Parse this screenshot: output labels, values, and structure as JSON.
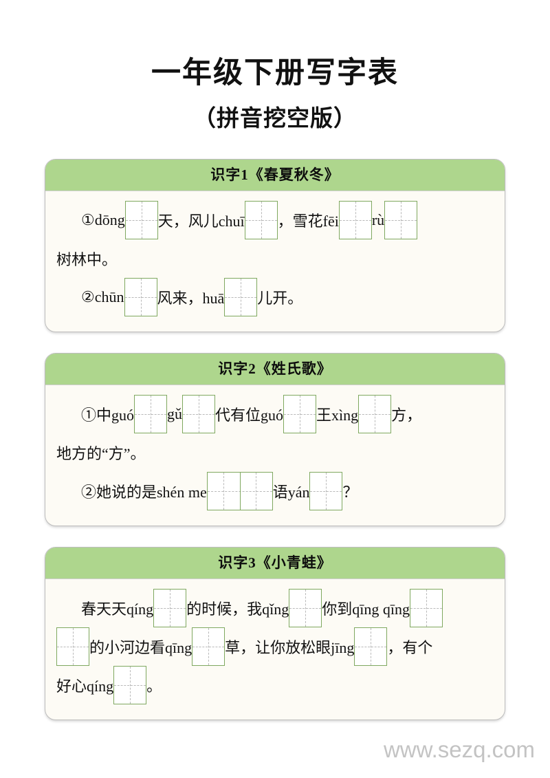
{
  "page": {
    "main_title": "一年级下册写字表",
    "sub_title": "（拼音挖空版）",
    "watermark": "www.sezq.com"
  },
  "sections": [
    {
      "header": "识字1《春夏秋冬》",
      "lines": [
        {
          "indent": true,
          "parts": [
            {
              "type": "text",
              "value": "①dōng"
            },
            {
              "type": "box",
              "span": 1
            },
            {
              "type": "text",
              "value": "天，风儿chuī"
            },
            {
              "type": "box",
              "span": 1
            },
            {
              "type": "text",
              "value": "，雪花fēi"
            },
            {
              "type": "box",
              "span": 1
            },
            {
              "type": "text",
              "value": "rù"
            },
            {
              "type": "box",
              "span": 1
            }
          ]
        },
        {
          "indent": false,
          "parts": [
            {
              "type": "text",
              "value": "树林中。"
            }
          ]
        },
        {
          "indent": true,
          "parts": [
            {
              "type": "text",
              "value": "②chūn"
            },
            {
              "type": "box",
              "span": 1
            },
            {
              "type": "text",
              "value": "风来，huā"
            },
            {
              "type": "box",
              "span": 1
            },
            {
              "type": "text",
              "value": "儿开。"
            }
          ]
        }
      ]
    },
    {
      "header": "识字2《姓氏歌》",
      "lines": [
        {
          "indent": true,
          "parts": [
            {
              "type": "text",
              "value": "①中guó"
            },
            {
              "type": "box",
              "span": 1
            },
            {
              "type": "text",
              "value": "gǔ"
            },
            {
              "type": "box",
              "span": 1
            },
            {
              "type": "text",
              "value": "代有位guó"
            },
            {
              "type": "box",
              "span": 1
            },
            {
              "type": "text",
              "value": "王xìng"
            },
            {
              "type": "box",
              "span": 1
            },
            {
              "type": "text",
              "value": "方，"
            }
          ]
        },
        {
          "indent": false,
          "parts": [
            {
              "type": "text",
              "value": "地方的“方”。"
            }
          ]
        },
        {
          "indent": true,
          "parts": [
            {
              "type": "text",
              "value": "②她说的是shén me"
            },
            {
              "type": "box",
              "span": 2
            },
            {
              "type": "text",
              "value": "语yán"
            },
            {
              "type": "box",
              "span": 1
            },
            {
              "type": "text",
              "value": "？"
            }
          ]
        }
      ]
    },
    {
      "header": "识字3《小青蛙》",
      "lines": [
        {
          "indent": true,
          "parts": [
            {
              "type": "text",
              "value": "春天天qíng"
            },
            {
              "type": "box",
              "span": 1
            },
            {
              "type": "text",
              "value": "的时候，我qǐng"
            },
            {
              "type": "box",
              "span": 1
            },
            {
              "type": "text",
              "value": "你到qīng qīng"
            },
            {
              "type": "box",
              "span": 1
            }
          ]
        },
        {
          "indent": false,
          "parts": [
            {
              "type": "box",
              "span": 1
            },
            {
              "type": "text",
              "value": "的小河边看qīng"
            },
            {
              "type": "box",
              "span": 1
            },
            {
              "type": "text",
              "value": "草，让你放松眼jīng"
            },
            {
              "type": "box",
              "span": 1
            },
            {
              "type": "text",
              "value": "，有个"
            }
          ]
        },
        {
          "indent": false,
          "parts": [
            {
              "type": "text",
              "value": "好心qíng"
            },
            {
              "type": "box",
              "span": 1
            },
            {
              "type": "text",
              "value": "。"
            }
          ]
        }
      ]
    }
  ],
  "colors": {
    "header_green": "#aed68d",
    "card_cream": "#fdfbf5",
    "box_border": "#7fa85f",
    "watermark_gray": "#b9b9b9"
  }
}
